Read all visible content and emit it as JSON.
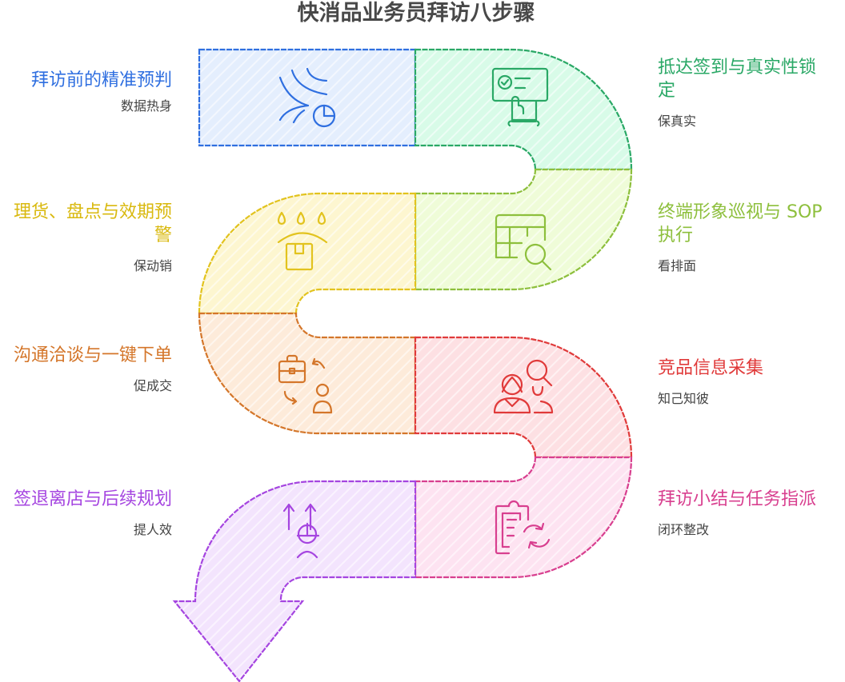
{
  "title": "快消品业务员拜访八步骤",
  "steps": [
    {
      "title": "拜访前的精准预判",
      "subtitle": "数据热身",
      "color": "#2f6fe0",
      "fill": "#e4eefd",
      "icon": "data-wind-clock-icon"
    },
    {
      "title": "抵达签到与真实性锁定",
      "subtitle": "保真实",
      "color": "#2aa866",
      "fill": "#d8fbe8",
      "icon": "touch-checkin-screen-icon"
    },
    {
      "title": "终端形象巡视与 SOP 执行",
      "subtitle": "看排面",
      "color": "#8dbf3c",
      "fill": "#effcd8",
      "icon": "shelf-inspect-icon"
    },
    {
      "title": "理货、盘点与效期预警",
      "subtitle": "保动销",
      "color": "#e2c31e",
      "fill": "#fdf6d0",
      "icon": "box-drops-icon"
    },
    {
      "title": "沟通洽谈与一键下单",
      "subtitle": "促成交",
      "color": "#d4762a",
      "fill": "#fdebda",
      "icon": "briefcase-exchange-icon"
    },
    {
      "title": "竞品信息采集",
      "subtitle": "知己知彼",
      "color": "#e03a3a",
      "fill": "#fde0e3",
      "icon": "people-search-icon"
    },
    {
      "title": "拜访小结与任务指派",
      "subtitle": "闭环整改",
      "color": "#d83f8f",
      "fill": "#fde3f1",
      "icon": "clipboard-refresh-icon"
    },
    {
      "title": "签退离店与后续规划",
      "subtitle": "提人效",
      "color": "#a545e0",
      "fill": "#f3e4fd",
      "icon": "worker-arrows-icon"
    }
  ]
}
